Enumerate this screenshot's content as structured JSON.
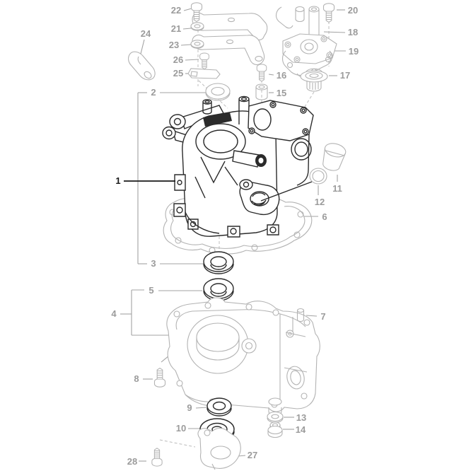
{
  "diagram": {
    "type": "exploded-parts-diagram",
    "background": "#ffffff",
    "colors": {
      "part_light_line": "#b3b3b3",
      "part_dark_line": "#2b2b2b",
      "callout_label": "#9b9b9b",
      "callout_label_primary": "#1a1a1a"
    },
    "callouts": {
      "c1": "1",
      "c2": "2",
      "c3": "3",
      "c4": "4",
      "c5": "5",
      "c6": "6",
      "c7": "7",
      "c8": "8",
      "c9": "9",
      "c10": "10",
      "c11": "11",
      "c12": "12",
      "c13": "13",
      "c14": "14",
      "c15": "15",
      "c16": "16",
      "c17": "17",
      "c18": "18",
      "c19": "19",
      "c20": "20",
      "c21": "21",
      "c22": "22",
      "c23": "23",
      "c24": "24",
      "c25": "25",
      "c26": "26",
      "c27": "27",
      "c28": "28"
    }
  }
}
